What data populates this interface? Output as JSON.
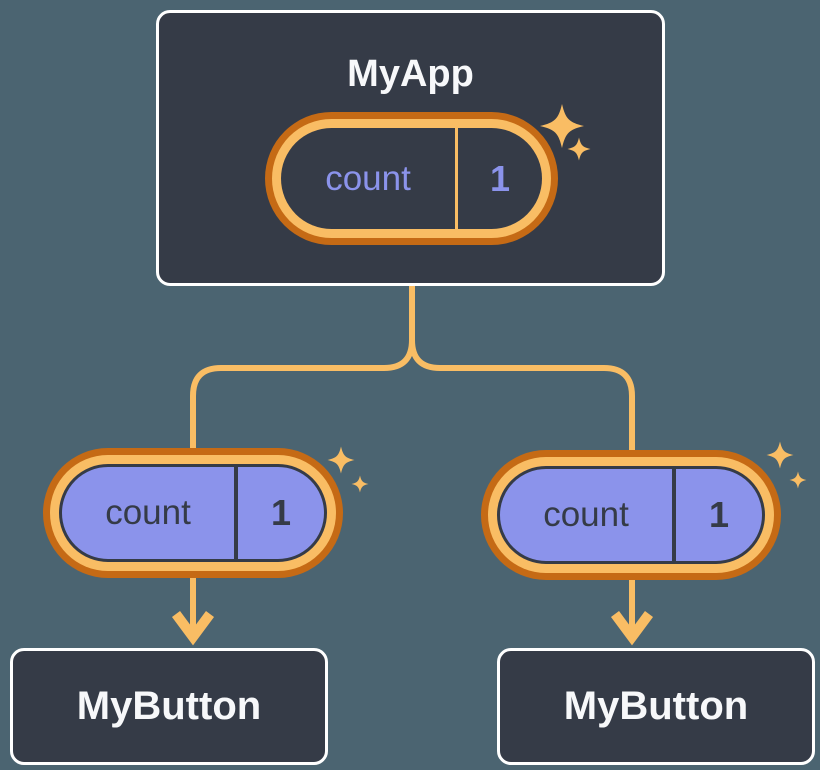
{
  "diagram": {
    "root": {
      "label": "MyApp",
      "state": {
        "name": "count",
        "value": "1"
      }
    },
    "children": [
      {
        "label": "MyButton",
        "state": {
          "name": "count",
          "value": "1"
        }
      },
      {
        "label": "MyButton",
        "state": {
          "name": "count",
          "value": "1"
        }
      }
    ]
  },
  "colors": {
    "background": "#4b6471",
    "node_fill": "#353b47",
    "node_border": "#ffffff",
    "ring_outer_orange": "#c56a15",
    "ring_inner_orange": "#f9bd64",
    "connector_orange": "#f9bd64",
    "state_purple": "#8b93eb",
    "label_text": "#f7f8fa"
  }
}
